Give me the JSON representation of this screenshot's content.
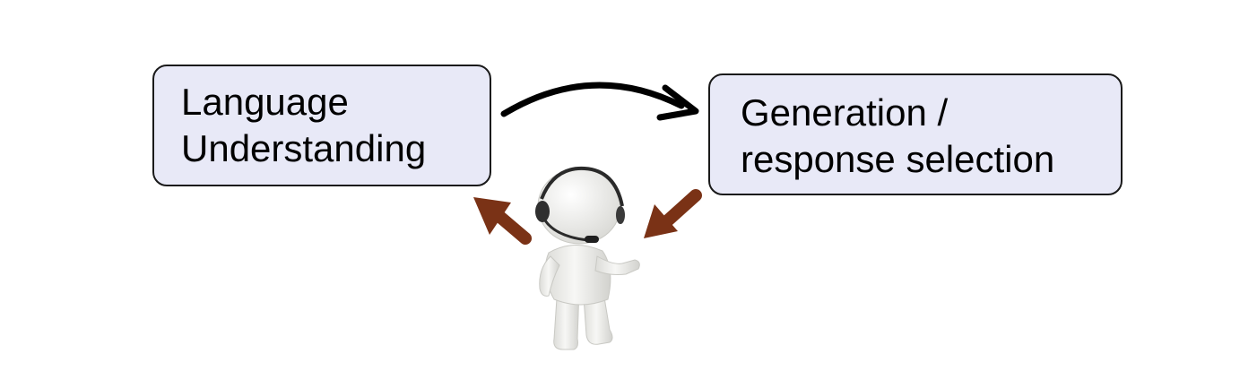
{
  "boxes": {
    "understanding": {
      "line1": "Language",
      "line2": "Understanding"
    },
    "generation": {
      "line1": "Generation /",
      "line2": "response selection"
    }
  },
  "icons": {
    "flow_arrow": "curved-arrow-icon",
    "agent": "headset-agent-icon",
    "output_arrow": "output-arrow-icon",
    "input_arrow": "input-arrow-icon"
  },
  "colors": {
    "box_fill": "#e8e9f7",
    "box_border": "#1a1a1a",
    "flow_arrow": "#000000",
    "side_arrows": "#7a3216",
    "figure": "#f3f3f1"
  }
}
